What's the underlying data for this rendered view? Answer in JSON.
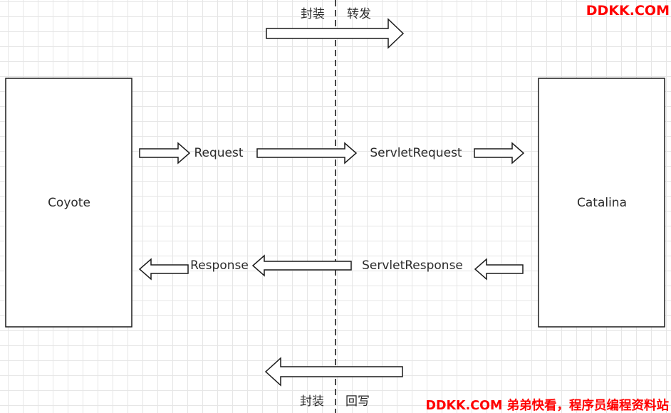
{
  "labels": {
    "top_left": "封装",
    "top_right": "转发",
    "bottom_left": "封装",
    "bottom_right": "回写",
    "request": "Request",
    "servlet_request": "ServletRequest",
    "response": "Response",
    "servlet_response": "ServletResponse"
  },
  "boxes": {
    "left": "Coyote",
    "right": "Catalina"
  },
  "watermark": {
    "top": "DDKK.COM",
    "bottom": "DDKK.COM 弟弟快看，程序员编程资料站",
    "color": "#ff0000"
  }
}
